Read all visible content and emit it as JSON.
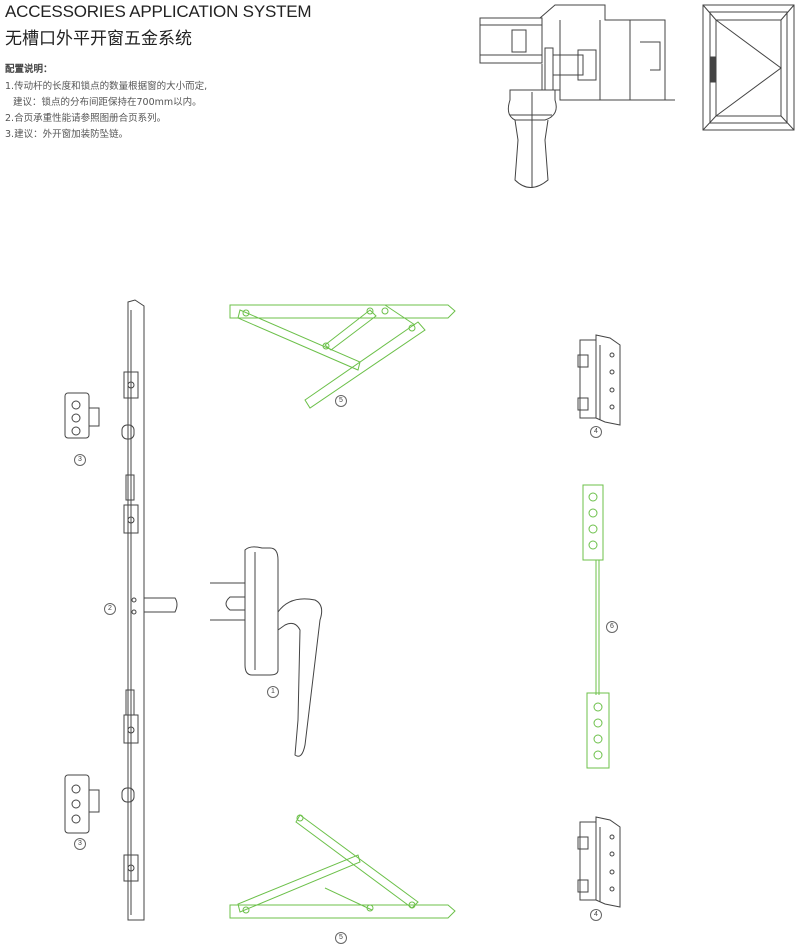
{
  "header": {
    "title_en": "ACCESSORIES APPLICATION SYSTEM",
    "title_cn": "无槽口外平开窗五金系统"
  },
  "notes": {
    "heading": "配置说明：",
    "lines": [
      "1.传动杆的长度和锁点的数量根据窗的大小而定,",
      "建议：锁点的分布间距保持在700mm以内。",
      "2.合页承重性能请参照图册合页系列。",
      "3.建议：外开窗加装防坠链。"
    ]
  },
  "labels": {
    "keeper_top": "3",
    "rod": "2",
    "stay_top": "5",
    "hinge_top": "4",
    "handle": "1",
    "chain": "6",
    "keeper_bottom": "3",
    "stay_bottom": "5",
    "hinge_bottom": "4"
  },
  "colors": {
    "line": "#444444",
    "green": "#6cc04a"
  }
}
